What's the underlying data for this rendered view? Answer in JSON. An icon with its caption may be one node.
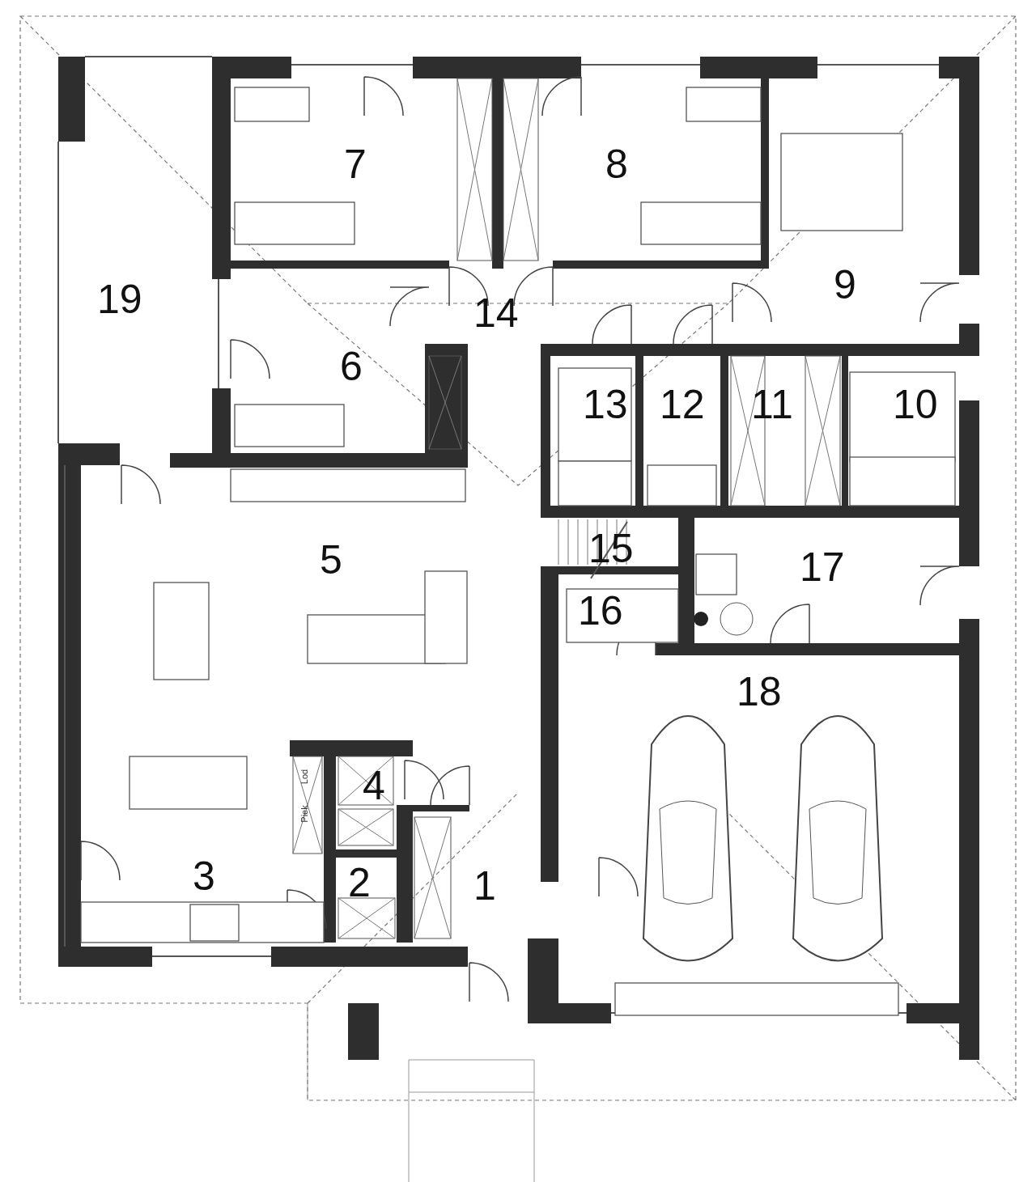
{
  "diagram": {
    "labels": [
      "19",
      "7",
      "8",
      "9",
      "14",
      "6",
      "13",
      "12",
      "11",
      "10",
      "5",
      "15",
      "17",
      "16",
      "18",
      "4",
      "3",
      "2",
      "1",
      "Lod",
      "Piek"
    ]
  }
}
